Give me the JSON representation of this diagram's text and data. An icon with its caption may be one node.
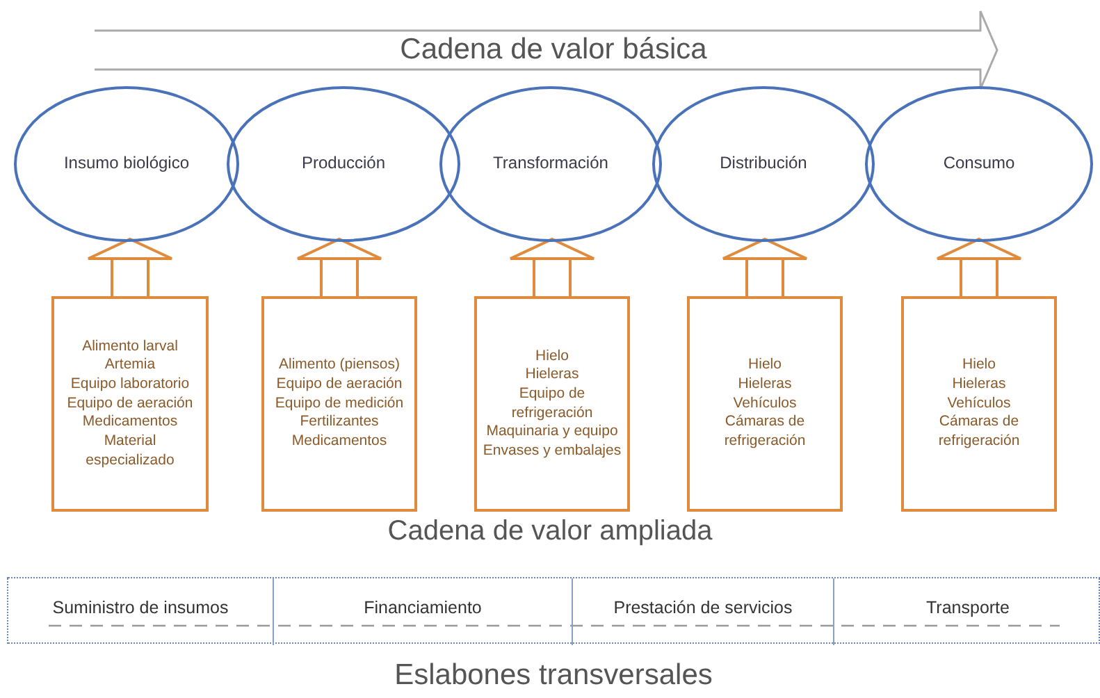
{
  "diagram": {
    "nodes": [
      {
        "text": [
          "Cadena de valor básica"
        ]
      },
      {
        "text": [
          "Insumo biológico"
        ]
      },
      {
        "text": [
          "Producción"
        ]
      },
      {
        "text": [
          "Transformación"
        ]
      },
      {
        "text": [
          "Distribución"
        ]
      },
      {
        "text": [
          "Consumo"
        ]
      },
      {
        "text": [
          "Alimento larval",
          "Artemia",
          "Equipo laboratorio",
          "Equipo de aeración",
          "Medicamentos",
          "Material especializado"
        ]
      },
      {
        "text": [
          "Alimento (piensos)",
          "Equipo de aeración",
          "Equipo de medición",
          "Fertilizantes",
          "Medicamentos"
        ]
      },
      {
        "text": [
          "Hielo",
          "Hieleras",
          "Equipo de refrigeración",
          "Maquinaria y equipo",
          "Envases y embalajes"
        ]
      },
      {
        "text": [
          "Hielo",
          "Hieleras",
          "Vehículos",
          "Cámaras de refrigeración"
        ]
      },
      {
        "text": [
          "Hielo",
          "Hieleras",
          "Vehículos",
          "Cámaras de refrigeración"
        ]
      },
      {
        "text": [
          "Eslabones transversales"
        ]
      },
      {
        "text": [
          "Suministro de insumos"
        ],
        "in": 11
      },
      {
        "text": [
          "Financiamiento"
        ],
        "in": 11
      },
      {
        "text": [
          "Prestación de servicios"
        ],
        "in": 11
      },
      {
        "text": [
          "Transporte"
        ],
        "in": 11
      }
    ],
    "edges": [
      {
        "from": 6,
        "to": 1,
        "arrow": "to"
      },
      {
        "from": 7,
        "to": 2,
        "arrow": "to"
      },
      {
        "from": 8,
        "to": 3,
        "arrow": "to"
      },
      {
        "from": 9,
        "to": 4,
        "arrow": "to"
      },
      {
        "from": 10,
        "to": 5,
        "arrow": "to"
      }
    ],
    "labels": [
      "Cadena de valor ampliada"
    ]
  }
}
